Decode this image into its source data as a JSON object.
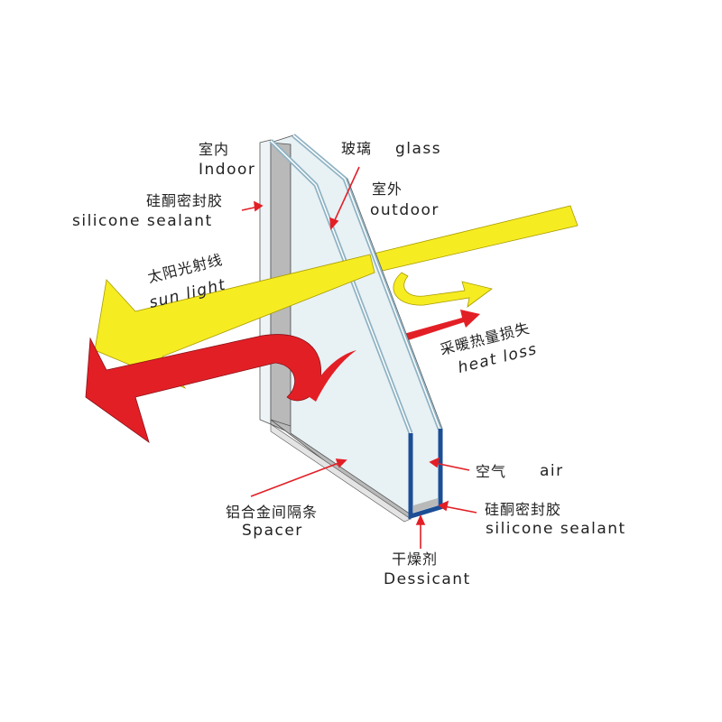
{
  "colors": {
    "sun": "#f6ec22",
    "heat": "#e31f26",
    "glass": "#e8f1f4",
    "spacer": "#b9b9b9",
    "sealant": "#1c4e95",
    "pointer": "#e31f26"
  },
  "labels": {
    "indoor_cn": "室内",
    "indoor_en": "Indoor",
    "sealant_left_cn": "硅酮密封胶",
    "sealant_left_en": "silicone sealant",
    "glass_cn": "玻璃",
    "glass_en": "glass",
    "outdoor_cn": "室外",
    "outdoor_en": "outdoor",
    "sun_cn": "太阳光射线",
    "sun_en": "sun light",
    "heat_cn": "采暖热量损失",
    "heat_en": "heat loss",
    "air_cn": "空气",
    "air_en": "air",
    "sealant_right_cn": "硅酮密封胶",
    "sealant_right_en": "silicone sealant",
    "spacer_cn": "铝合金间隔条",
    "spacer_en": "Spacer",
    "desiccant_cn": "干燥剂",
    "desiccant_en": "Dessicant"
  }
}
